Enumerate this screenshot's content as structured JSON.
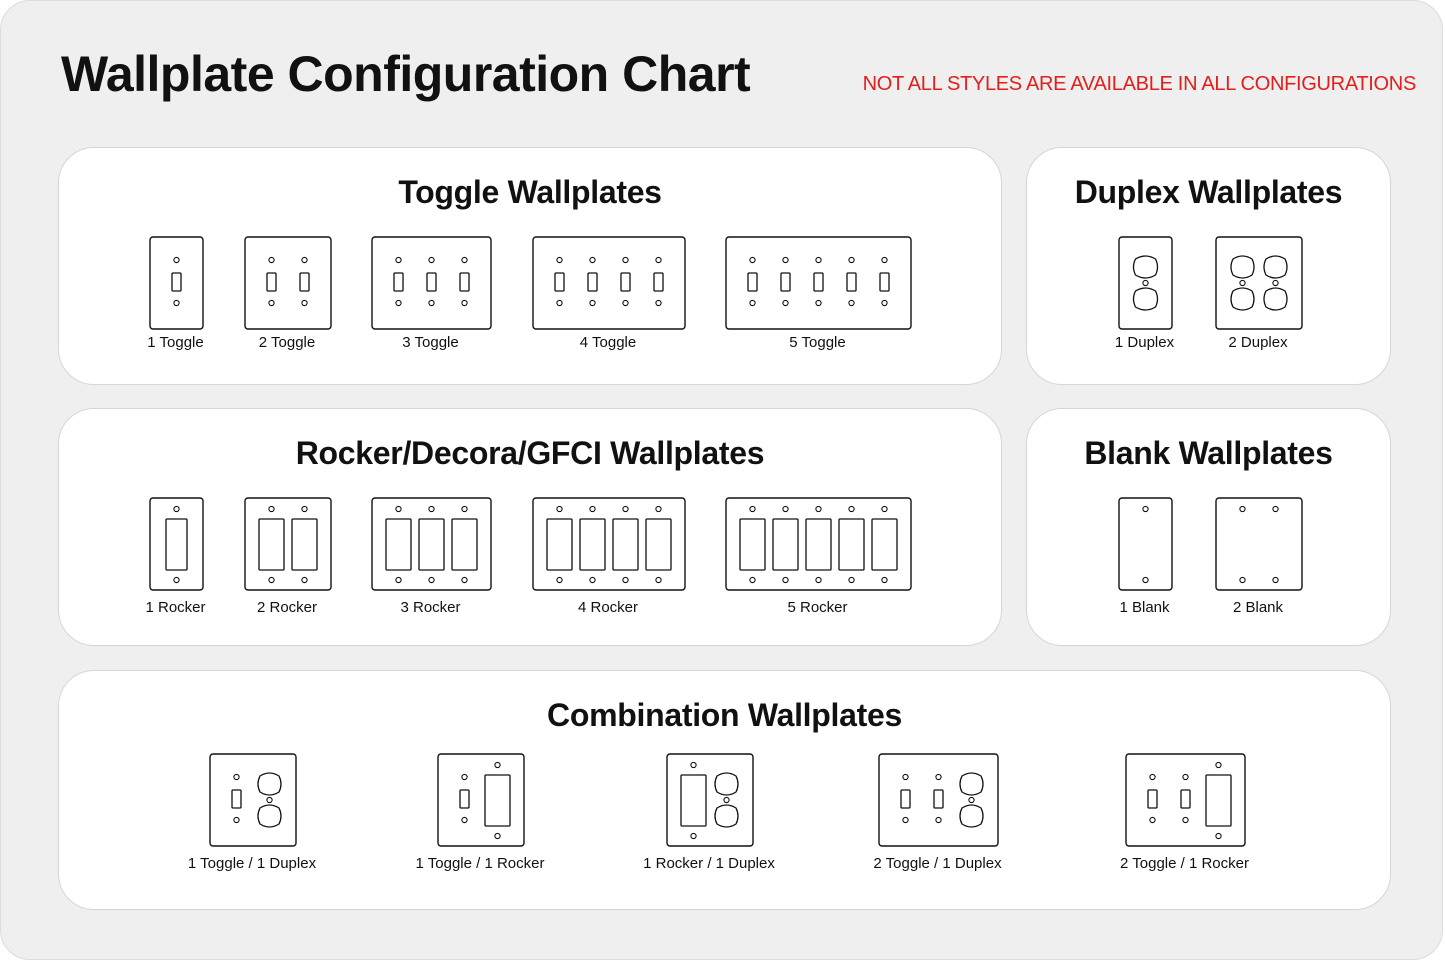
{
  "title": "Wallplate Configuration Chart",
  "notice": "NOT ALL STYLES ARE AVAILABLE IN ALL CONFIGURATIONS",
  "colors": {
    "notice": "#e0201c",
    "background": "#efefef",
    "panel": "#ffffff",
    "ink": "#111111"
  },
  "panels": {
    "toggle": {
      "title": "Toggle Wallplates",
      "plates": [
        {
          "label": "1 Toggle",
          "devices": [
            "toggle"
          ]
        },
        {
          "label": "2 Toggle",
          "devices": [
            "toggle",
            "toggle"
          ]
        },
        {
          "label": "3 Toggle",
          "devices": [
            "toggle",
            "toggle",
            "toggle"
          ]
        },
        {
          "label": "4 Toggle",
          "devices": [
            "toggle",
            "toggle",
            "toggle",
            "toggle"
          ]
        },
        {
          "label": "5 Toggle",
          "devices": [
            "toggle",
            "toggle",
            "toggle",
            "toggle",
            "toggle"
          ]
        }
      ]
    },
    "duplex": {
      "title": "Duplex Wallplates",
      "plates": [
        {
          "label": "1 Duplex",
          "devices": [
            "duplex"
          ]
        },
        {
          "label": "2 Duplex",
          "devices": [
            "duplex",
            "duplex"
          ]
        }
      ]
    },
    "rocker": {
      "title": "Rocker/Decora/GFCI Wallplates",
      "plates": [
        {
          "label": "1 Rocker",
          "devices": [
            "rocker"
          ]
        },
        {
          "label": "2 Rocker",
          "devices": [
            "rocker",
            "rocker"
          ]
        },
        {
          "label": "3 Rocker",
          "devices": [
            "rocker",
            "rocker",
            "rocker"
          ]
        },
        {
          "label": "4 Rocker",
          "devices": [
            "rocker",
            "rocker",
            "rocker",
            "rocker"
          ]
        },
        {
          "label": "5 Rocker",
          "devices": [
            "rocker",
            "rocker",
            "rocker",
            "rocker",
            "rocker"
          ]
        }
      ]
    },
    "blank": {
      "title": "Blank Wallplates",
      "plates": [
        {
          "label": "1 Blank",
          "devices": [
            "blank"
          ]
        },
        {
          "label": "2 Blank",
          "devices": [
            "blank",
            "blank"
          ]
        }
      ]
    },
    "combination": {
      "title": "Combination Wallplates",
      "plates": [
        {
          "label": "1 Toggle / 1 Duplex",
          "devices": [
            "toggle",
            "duplex"
          ]
        },
        {
          "label": "1 Toggle / 1 Rocker",
          "devices": [
            "toggle",
            "rocker"
          ]
        },
        {
          "label": "1 Rocker / 1 Duplex",
          "devices": [
            "rocker",
            "duplex"
          ]
        },
        {
          "label": "2 Toggle / 1 Duplex",
          "devices": [
            "toggle",
            "toggle",
            "duplex"
          ]
        },
        {
          "label": "2 Toggle / 1 Rocker",
          "devices": [
            "toggle",
            "toggle",
            "rocker"
          ]
        }
      ]
    }
  }
}
